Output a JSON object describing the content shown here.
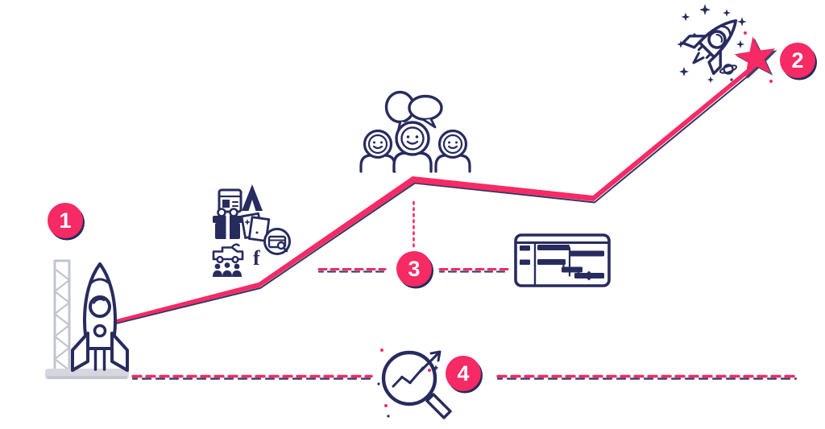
{
  "theme": {
    "pink": "#F62A64",
    "navy": "#272B5E",
    "gray": "#D6D7DE",
    "graydark": "#C2C4CE",
    "bg": "#FFFFFF",
    "badge_text": "#FFFFFF"
  },
  "diagram": {
    "type": "startup-journey-roadmap",
    "steps": [
      {
        "number": "1",
        "icon": "rocket-on-launchpad-icon"
      },
      {
        "number": "2",
        "icon": "flying-rocket-and-goal-star-icon"
      },
      {
        "number": "3",
        "icon": "team-discussion-and-gantt-chart-icon"
      },
      {
        "number": "4",
        "icon": "analytics-magnifier-icon"
      }
    ],
    "decor_icons": [
      "browser-window-icon",
      "adwords-a-icon",
      "gift-icon",
      "documents-icon",
      "search-card-icon",
      "truck-icon",
      "mini-team-icon",
      "facebook-f-icon",
      "speech-bubbles-icon",
      "planet-icon",
      "sparkle-icons"
    ]
  },
  "icons": {
    "facebook_glyph": "f"
  }
}
